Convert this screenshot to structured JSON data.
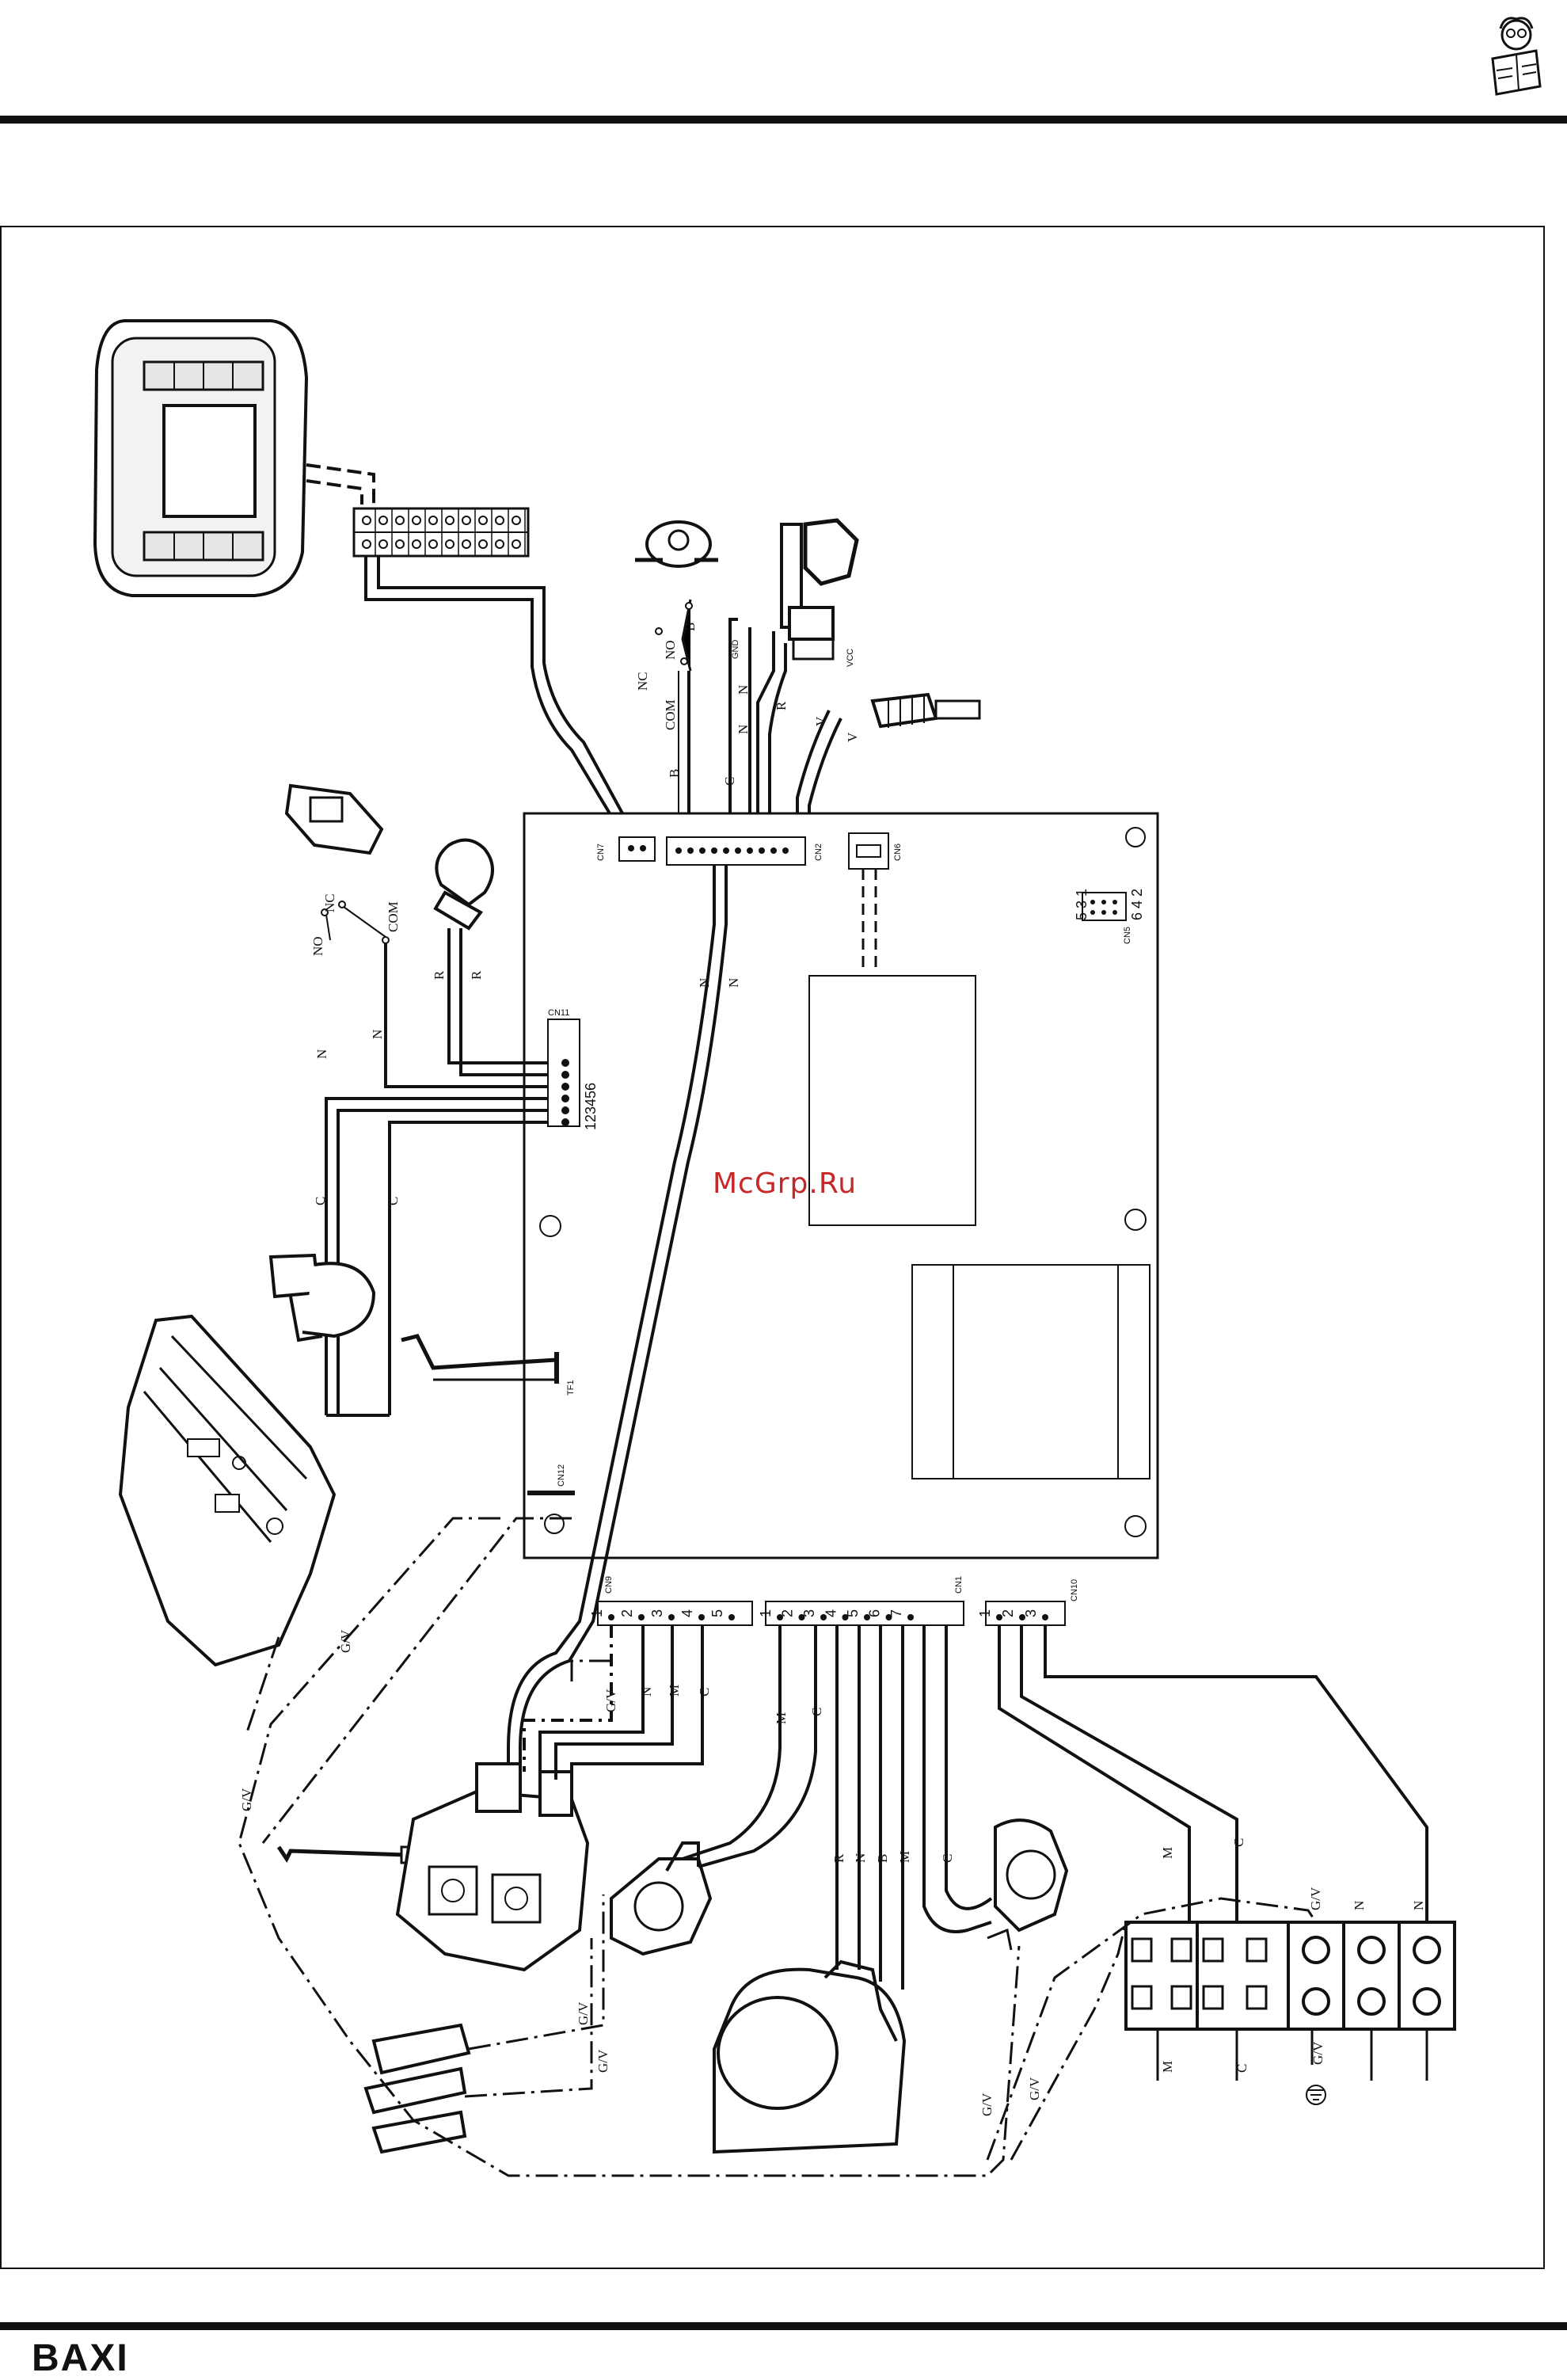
{
  "header": {
    "icon": "reader-icon"
  },
  "footer": {
    "brand": "BAXI"
  },
  "watermark": "McGrp.Ru",
  "board": {
    "connectors": {
      "cn7": "CN7",
      "cn2": "CN2",
      "cn6": "CN6",
      "cn11": "CN11",
      "cn11_pins": "123456",
      "cn5": "CN5",
      "cn5_top": "5 3 1",
      "cn5_bottom": "6 4 2",
      "cn12": "CN12",
      "tf1": "TF1",
      "cn9": "CN9",
      "cn1": "CN1",
      "cn10": "CN10",
      "cn9_pins": [
        "1",
        "2",
        "3",
        "4",
        "5"
      ],
      "cn1_pins": [
        "1",
        "2",
        "3",
        "4",
        "5",
        "6",
        "7"
      ],
      "cn10_pins": [
        "1",
        "2",
        "3"
      ]
    }
  },
  "wire_labels": {
    "b": "B",
    "no": "NO",
    "nc": "NC",
    "com": "COM",
    "c": "C",
    "n": "N",
    "r": "R",
    "v": "V",
    "m": "M",
    "gv": "G/V",
    "gnd": "GND",
    "vcc": "VCC"
  },
  "colors": {
    "ink": "#111111",
    "watermark": "#c62828"
  }
}
